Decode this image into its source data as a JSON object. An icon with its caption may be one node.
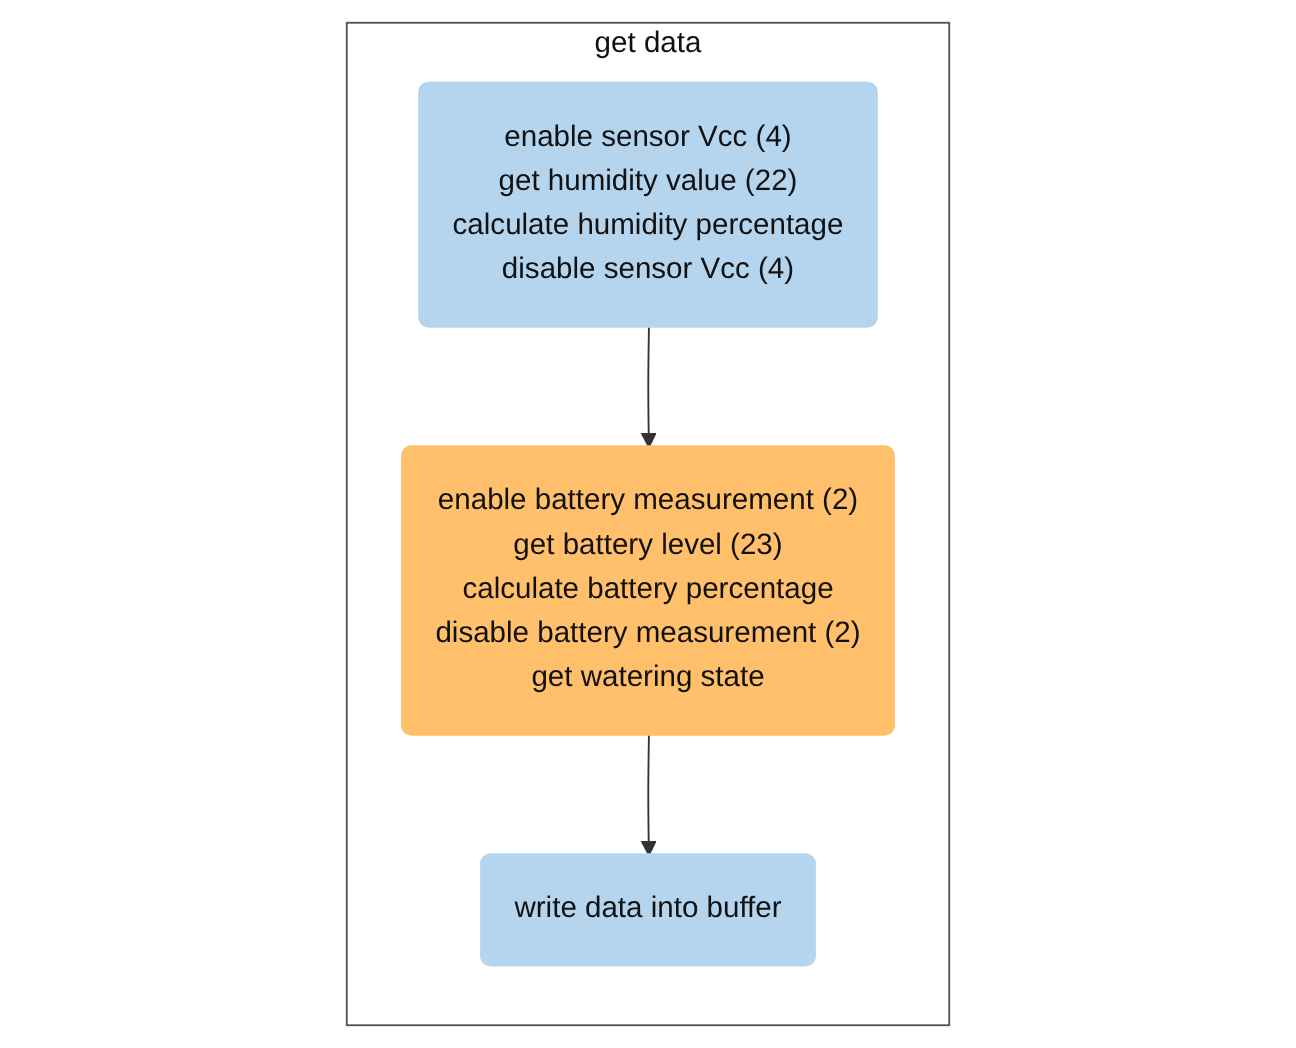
{
  "diagram": {
    "nodes": [
      {
        "text": [
          "get data"
        ]
      },
      {
        "text": [
          "enable sensor Vcc (4)",
          "get humidity value (22)",
          "calculate humidity percentage",
          "disable sensor Vcc (4)"
        ],
        "in": 0
      },
      {
        "text": [
          "enable battery measurement (2)",
          "get battery level (23)",
          "calculate battery percentage",
          "disable battery measurement (2)",
          "get watering state"
        ],
        "in": 0
      },
      {
        "text": [
          "write data into buffer"
        ],
        "in": 0
      }
    ],
    "edges": [
      {
        "from": 1,
        "to": 2,
        "arrow": "to"
      },
      {
        "from": 2,
        "to": 3,
        "arrow": "to"
      }
    ]
  }
}
